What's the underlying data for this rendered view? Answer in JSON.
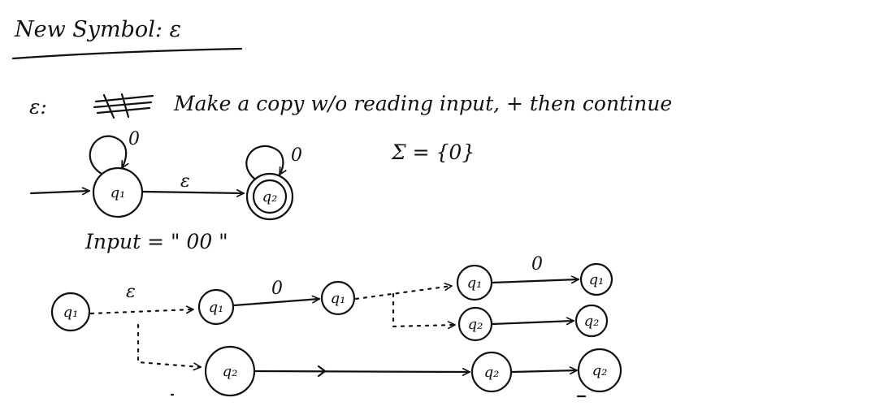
{
  "header": {
    "title": "New Symbol: ε"
  },
  "note": {
    "prefix": "ε:",
    "text": "Make a copy w/o reading input, + then continue"
  },
  "alphabet": "Σ = {0}",
  "nfa": {
    "states": [
      {
        "id": "q1",
        "label": "q₁",
        "accepting": false,
        "start": true,
        "self_loop": "0"
      },
      {
        "id": "q2",
        "label": "q₂",
        "accepting": true,
        "start": false,
        "self_loop": "0"
      }
    ],
    "transitions": [
      {
        "from": "q1",
        "to": "q2",
        "label": "ε"
      }
    ]
  },
  "input_line": "Input = \" 00 \"",
  "trace": {
    "nodes": [
      {
        "id": "n0",
        "label": "q₁"
      },
      {
        "id": "n1",
        "label": "q₁"
      },
      {
        "id": "n2",
        "label": "q₁"
      },
      {
        "id": "n3",
        "label": "q₁"
      },
      {
        "id": "n4",
        "label": "q₁"
      },
      {
        "id": "n5",
        "label": "q₂"
      },
      {
        "id": "n6",
        "label": "q₂"
      },
      {
        "id": "n7",
        "label": "q₂"
      },
      {
        "id": "n8",
        "label": "q₂"
      },
      {
        "id": "n9",
        "label": "q₂"
      }
    ],
    "edge_labels": {
      "epsilon": "ε",
      "zero_a": "0",
      "zero_b": "0"
    }
  }
}
